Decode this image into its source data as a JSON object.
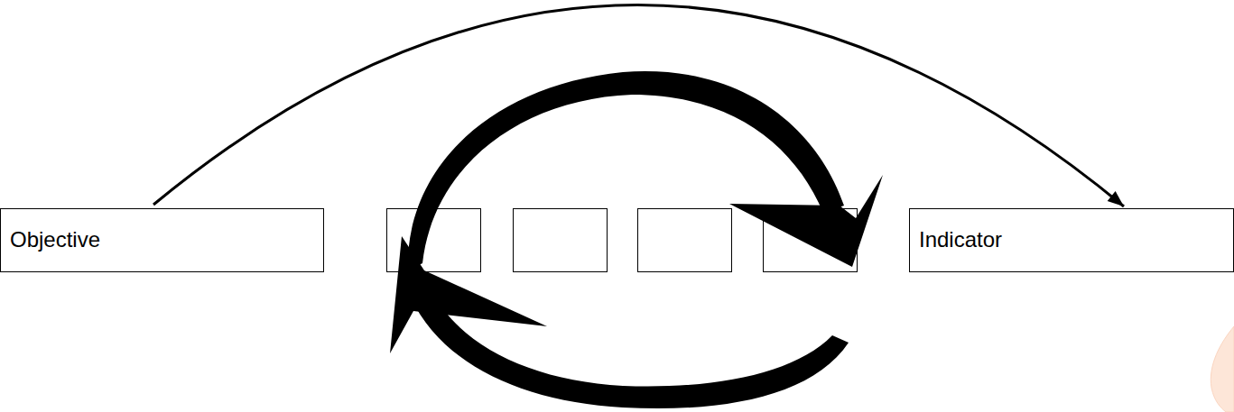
{
  "diagram": {
    "nodes": [
      {
        "text": [
          "Objective"
        ]
      },
      {
        "text": [
          "Indicator"
        ]
      }
    ],
    "edges": [
      {
        "from": 0,
        "to": 1,
        "arrow": "to"
      }
    ]
  }
}
